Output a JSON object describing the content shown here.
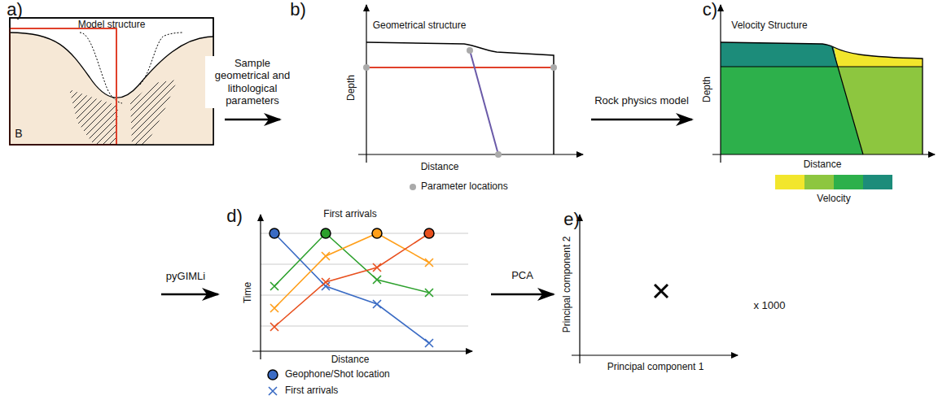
{
  "diagram": {
    "nodes": [
      {
        "text": [
          "a)",
          "Model structure",
          "B"
        ]
      },
      {
        "text": [
          "b)",
          "Geometrical structure",
          "Depth",
          "Distance"
        ]
      },
      {
        "text": [
          "c)",
          "Velocity Structure",
          "Depth",
          "Distance",
          "Velocity"
        ]
      },
      {
        "text": [
          "d)",
          "First arrivals",
          "Time",
          "Distance"
        ]
      },
      {
        "text": [
          "e)",
          "Principal component 2",
          "Principal component 1"
        ]
      }
    ],
    "edges": [
      {
        "from": 0,
        "to": 1,
        "arrow": "to",
        "label": "Sample geometrical and lithological parameters"
      },
      {
        "from": 1,
        "to": 2,
        "arrow": "to",
        "label": "Rock physics model"
      },
      {
        "from": 3,
        "to": 4,
        "arrow": "to",
        "label": "PCA"
      }
    ],
    "labels": [
      "pyGIMLi",
      "x 1000"
    ],
    "legend": [
      {
        "text": "Parameter locations"
      },
      {
        "text": "Geophone/Shot location"
      },
      {
        "text": "First arrivals"
      }
    ]
  }
}
